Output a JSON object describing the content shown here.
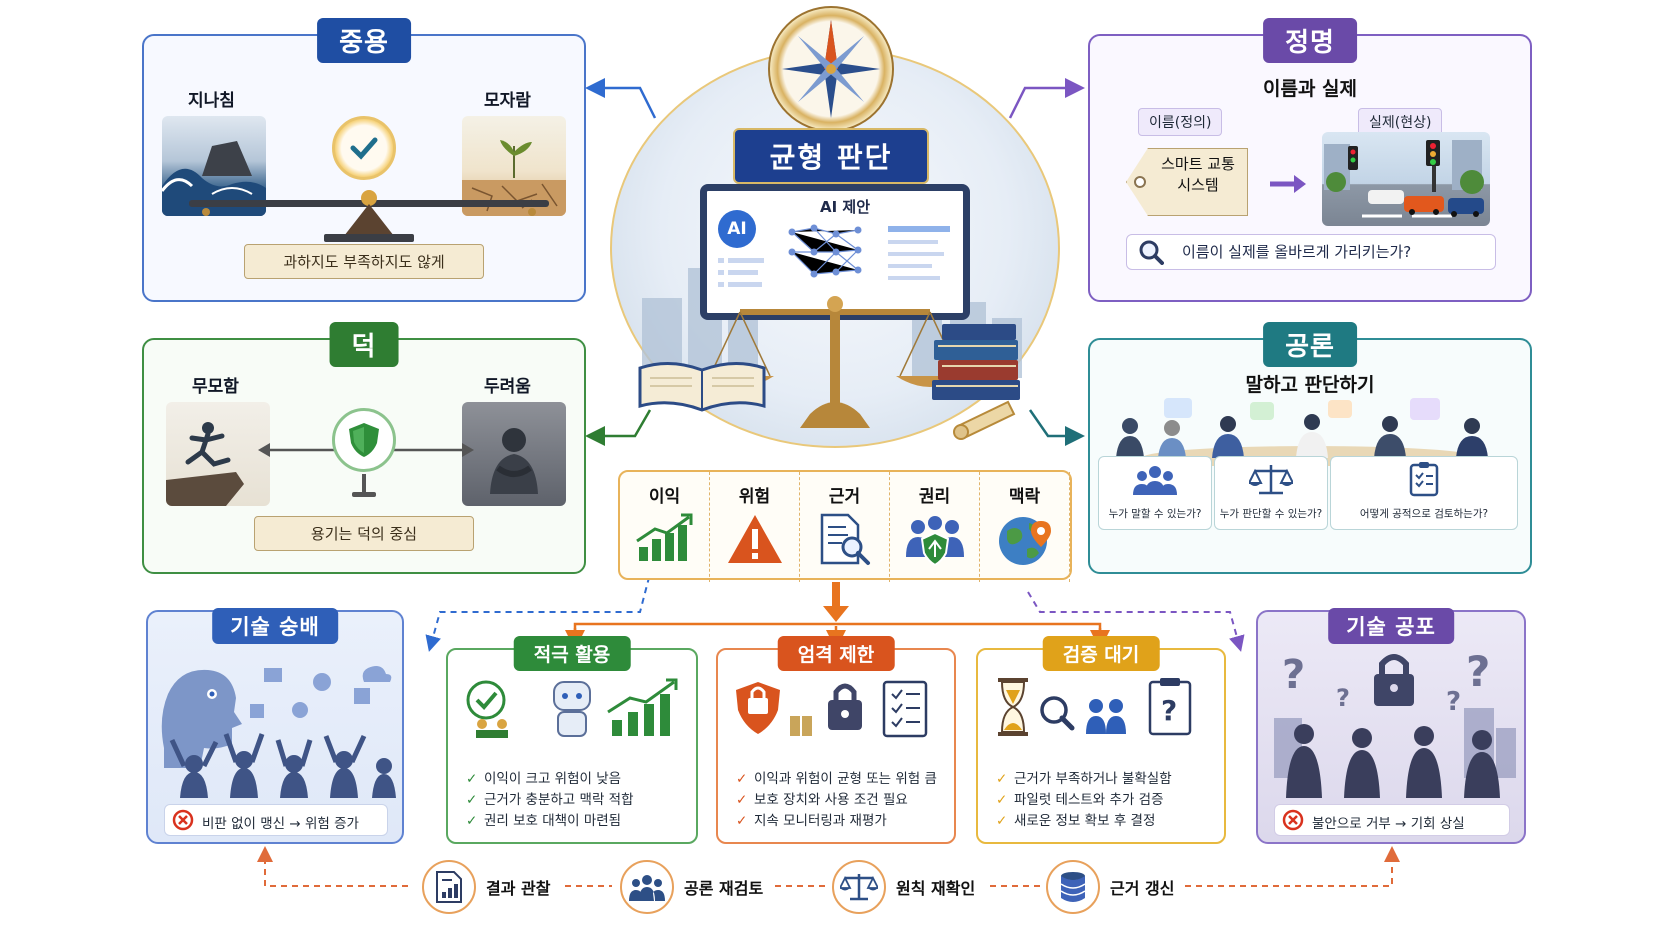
{
  "center": {
    "title": "균형 판단",
    "screen_title": "AI 제안",
    "ai_badge": "AI"
  },
  "doctrine_of_mean": {
    "title": "중용",
    "left_label": "지나침",
    "right_label": "모자람",
    "banner": "과하지도 부족하지도 않게"
  },
  "rectification": {
    "title": "정명",
    "subtitle": "이름과 실제",
    "name_tab": "이름(정의)",
    "reality_tab": "실제(현상)",
    "tag_text": "스마트 교통\n시스템",
    "question": "이름이 실제를 올바르게 가리키는가?"
  },
  "virtue": {
    "title": "덕",
    "left_label": "무모함",
    "right_label": "두려움",
    "banner": "용기는 덕의 중심"
  },
  "public_discourse": {
    "title": "공론",
    "subtitle": "말하고 판단하기",
    "questions": [
      "누가 말할 수 있는가?",
      "누가 판단할 수 있는가?",
      "어떻게 공적으로 검토하는가?"
    ]
  },
  "criteria": [
    "이익",
    "위험",
    "근거",
    "권리",
    "맥락"
  ],
  "tech_worship": {
    "title": "기술 숭배",
    "warning": "비판 없이 맹신 → 위험 증가"
  },
  "tech_fear": {
    "title": "기술 공포",
    "warning": "불안으로 거부 → 기회 상실"
  },
  "options": [
    {
      "title": "적극 활용",
      "color": "#2e8b3a",
      "mark": "✓",
      "bullets": [
        "이익이 크고 위험이 낮음",
        "근거가 충분하고 맥락 적합",
        "권리 보호 대책이 마련됨"
      ]
    },
    {
      "title": "엄격 제한",
      "color": "#d9541e",
      "mark": "✓",
      "bullets": [
        "이익과 위험이 균형 또는 위험 큼",
        "보호 장치와 사용 조건 필요",
        "지속 모니터링과 재평가"
      ]
    },
    {
      "title": "검증 대기",
      "color": "#e0a21a",
      "mark": "✓",
      "bullets": [
        "근거가 부족하거나 불확실함",
        "파일럿 테스트와 추가 검증",
        "새로운 정보 확보 후 결정"
      ]
    }
  ],
  "loop": [
    "결과 관찰",
    "공론 재검토",
    "원칙 재확인",
    "근거 갱신"
  ],
  "colors": {
    "mean": "#1f4ea3",
    "rect": "#6a4aa8",
    "virtue": "#2f7d32",
    "discourse": "#1f7a82",
    "center": "#1d3f8f",
    "accent": "#e8741f"
  }
}
